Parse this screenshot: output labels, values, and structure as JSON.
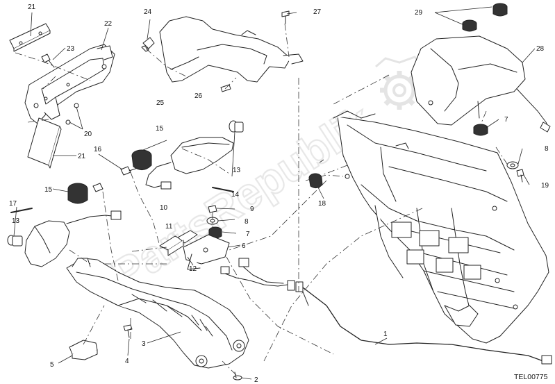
{
  "diagram": {
    "code": "TEL00775",
    "watermark": "PartsRepublik",
    "callouts": [
      "21",
      "22",
      "23",
      "24",
      "25",
      "26",
      "27",
      "29",
      "28",
      "20",
      "21",
      "16",
      "15",
      "13",
      "14",
      "7",
      "8",
      "19",
      "18",
      "15",
      "17",
      "13",
      "10",
      "9",
      "11",
      "8",
      "7",
      "12",
      "6",
      "1",
      "5",
      "4",
      "3",
      "2"
    ]
  }
}
